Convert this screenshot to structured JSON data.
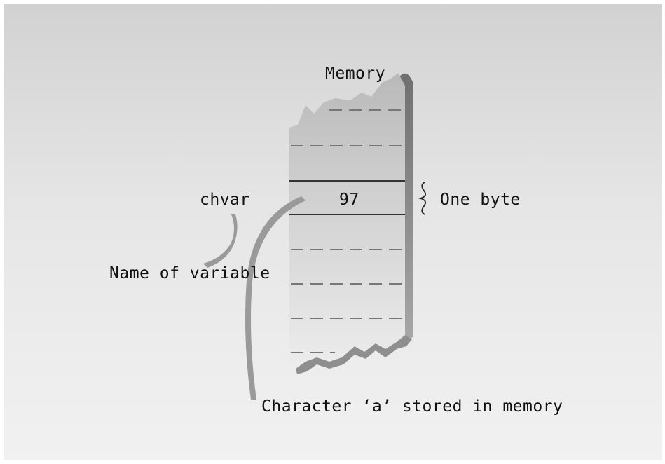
{
  "diagram": {
    "memory_title": "Memory",
    "variable_name": "chvar",
    "stored_value": "97",
    "size_label": "One byte",
    "name_caption": "Name of variable",
    "value_caption": "Character ‘a’ stored in memory"
  },
  "colors": {
    "background_top": "#d2d2d2",
    "background_bottom": "#f1f1f1",
    "memory_column": "#c9c9c9",
    "memory_shadow": "#8e8e8e",
    "pointer_curve": "#9a9a9a"
  }
}
